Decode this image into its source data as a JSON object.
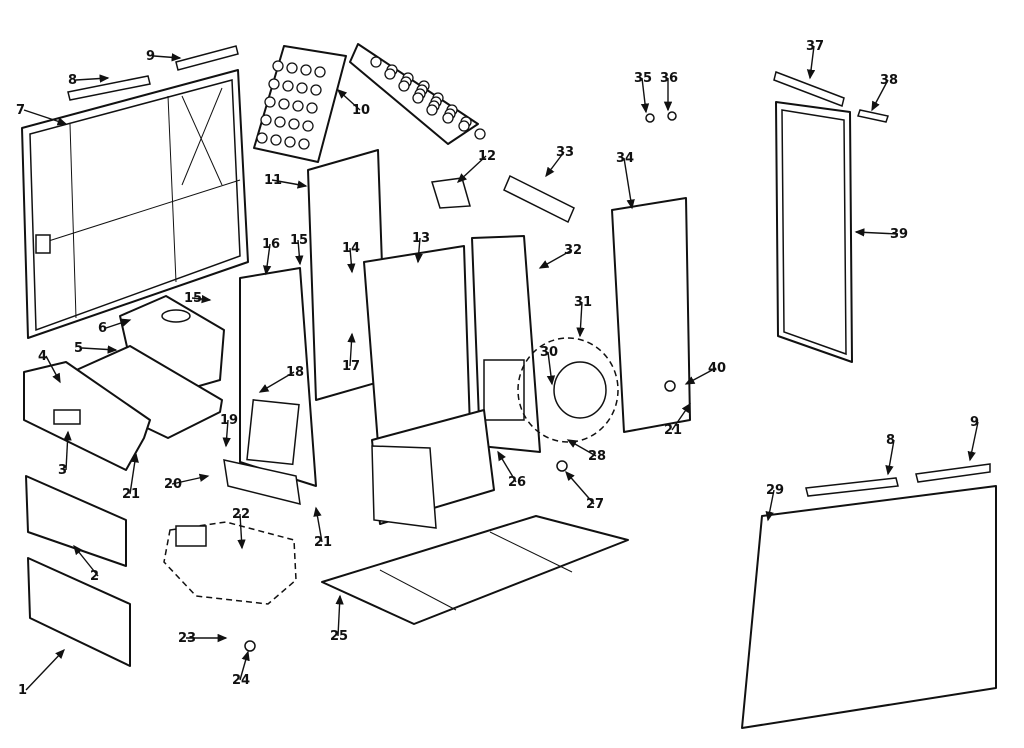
{
  "diagram": {
    "colors": {
      "ink": "#111111",
      "paper": "#ffffff"
    },
    "callouts": [
      {
        "id": "1",
        "label": "1"
      },
      {
        "id": "2",
        "label": "2"
      },
      {
        "id": "3",
        "label": "3"
      },
      {
        "id": "4",
        "label": "4"
      },
      {
        "id": "5",
        "label": "5"
      },
      {
        "id": "6",
        "label": "6"
      },
      {
        "id": "7",
        "label": "7"
      },
      {
        "id": "8a",
        "label": "8"
      },
      {
        "id": "9a",
        "label": "9"
      },
      {
        "id": "10",
        "label": "10"
      },
      {
        "id": "11",
        "label": "11"
      },
      {
        "id": "12",
        "label": "12"
      },
      {
        "id": "13",
        "label": "13"
      },
      {
        "id": "14",
        "label": "14"
      },
      {
        "id": "15a",
        "label": "15"
      },
      {
        "id": "15b",
        "label": "15"
      },
      {
        "id": "16",
        "label": "16"
      },
      {
        "id": "17",
        "label": "17"
      },
      {
        "id": "18",
        "label": "18"
      },
      {
        "id": "19",
        "label": "19"
      },
      {
        "id": "20",
        "label": "20"
      },
      {
        "id": "21a",
        "label": "21"
      },
      {
        "id": "21b",
        "label": "21"
      },
      {
        "id": "21c",
        "label": "21"
      },
      {
        "id": "22",
        "label": "22"
      },
      {
        "id": "23",
        "label": "23"
      },
      {
        "id": "24",
        "label": "24"
      },
      {
        "id": "25",
        "label": "25"
      },
      {
        "id": "26",
        "label": "26"
      },
      {
        "id": "27",
        "label": "27"
      },
      {
        "id": "28",
        "label": "28"
      },
      {
        "id": "29",
        "label": "29"
      },
      {
        "id": "30",
        "label": "30"
      },
      {
        "id": "31",
        "label": "31"
      },
      {
        "id": "32",
        "label": "32"
      },
      {
        "id": "33",
        "label": "33"
      },
      {
        "id": "34",
        "label": "34"
      },
      {
        "id": "35",
        "label": "35"
      },
      {
        "id": "36",
        "label": "36"
      },
      {
        "id": "37",
        "label": "37"
      },
      {
        "id": "38",
        "label": "38"
      },
      {
        "id": "39",
        "label": "39"
      },
      {
        "id": "40",
        "label": "40"
      },
      {
        "id": "8b",
        "label": "8"
      },
      {
        "id": "9b",
        "label": "9"
      }
    ]
  }
}
